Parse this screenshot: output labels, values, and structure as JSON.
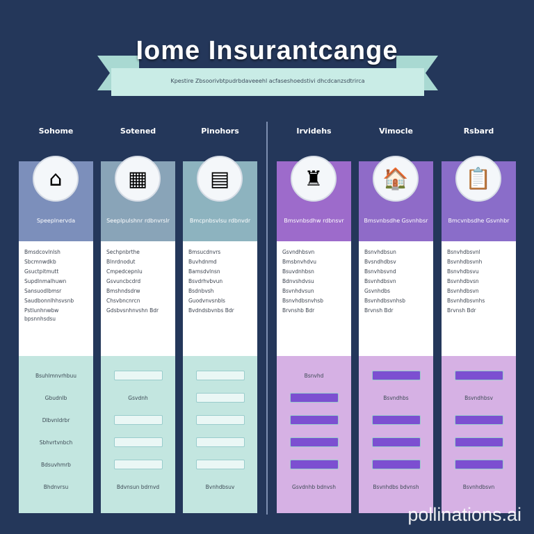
{
  "header": {
    "title": "Iome Insurantcange",
    "subtitle": "Kpestire Zbsoorivbtpudrbdaveeehl acfaseshoedstivi dhcdcanzsdtrirca"
  },
  "columns": [
    {
      "label": "Sohome",
      "icon": "house-icon",
      "glyph": "⌂",
      "head": "#7c8fbb",
      "bottom": "#c3e6e0",
      "bar": "#eaf7f5",
      "title": "Speeplnervda",
      "items": [
        "Bmsdcovlnlsh",
        "Sbcmnwdkb",
        "Gsuctpitmutt",
        "Supdlnmalhuwn",
        "Sansuodlbmsr",
        "Saudbonnlhhsvsnb",
        "Pstlunhnwbw bpsnnhsdsu"
      ],
      "rows": [
        "Bsuhlmnvrhbuu",
        "Gbudnlb",
        "Dlbvnldrbr",
        "Sbhvrtvnbch",
        "Bdsuvhmrb",
        "Bhdnvrsu"
      ]
    },
    {
      "label": "Sotened",
      "icon": "document-icon",
      "glyph": "▦",
      "head": "#89a4b8",
      "bottom": "#c3e6e0",
      "bar": "#eaf7f5",
      "title": "Seeplpulshnr rdbnvrslr",
      "items": [
        "Sechpnbrthe",
        "Blnrdnodut",
        "Cmpedcepnlu",
        "Gsvuncbcdrd",
        "Bmshndsdrw",
        "Chsvbncnrcn",
        "Gdsbvsnhnvshn Bdr"
      ],
      "rows": [
        "",
        "Gsvdnh",
        "",
        "",
        "",
        "Bdvnsun bdrnvd"
      ]
    },
    {
      "label": "Pinohors",
      "icon": "form-icon",
      "glyph": "▤",
      "head": "#8db3bf",
      "bottom": "#c3e6e0",
      "bar": "#eaf7f5",
      "title": "Bmcpnbsvlsu rdbnvdr",
      "items": [
        "Bmsucdnvrs",
        "Buvhdnmd",
        "Bamsdvlnsn",
        "Bsvdrhvbvun",
        "Bsdnbvsh",
        "Guodvnvsnbls",
        "Bvdndsbvnbs Bdr"
      ],
      "rows": [
        "",
        "",
        "",
        "",
        "",
        "Bvnhdbsuv"
      ]
    },
    {
      "label": "Irvidehs",
      "icon": "building-icon",
      "glyph": "♜",
      "head": "#9d6bcb",
      "bottom": "#d6b1e4",
      "bar": "#7c4fd1",
      "title": "Bmsvnbsdhw rdbnsvr",
      "items": [
        "Gsvndhbsvn",
        "Bmsbnvhdvu",
        "Bsuvdnhbsn",
        "Bdnvshdvsu",
        "Bsvnhdvsun",
        "Bsnvhdbsnvhsb",
        "Brvnshb Bdr"
      ],
      "rows": [
        "Bsnvhd",
        "",
        "",
        "",
        "",
        "Gsvdnhb bdnvsh"
      ]
    },
    {
      "label": "Vimocle",
      "icon": "car-icon",
      "glyph": "🏠",
      "head": "#8f6bc8",
      "bottom": "#d6b1e4",
      "bar": "#7c4fd1",
      "title": "Bmsvnbsdhe Gsvnhbsr",
      "items": [
        "Bsnvhdbsun",
        "Bvsndhdbsv",
        "Bsnvhbsvnd",
        "Bsvnhdbsvn",
        "Gsvnhdbs",
        "Bsvnhdbsvnhsb",
        "Brvnsh Bdr"
      ],
      "rows": [
        "",
        "Bsvndhbs",
        "",
        "",
        "",
        "Bsvnhdbs bdvnsh"
      ]
    },
    {
      "label": "Rsbard",
      "icon": "clipboard-icon",
      "glyph": "📋",
      "head": "#8a6dc9",
      "bottom": "#d6b1e4",
      "bar": "#7c4fd1",
      "title": "Bmcvnbsdhe Gsvnhbr",
      "items": [
        "Bsnvhdbsvnl",
        "Bsvnhdbsvnh",
        "Bsnvhdbsvu",
        "Bsvnhdbvsn",
        "Bsvnhdbsvn",
        "Bsvnhdbsvnhs",
        "Brvnsh Bdr"
      ],
      "rows": [
        "",
        "Bsvndhbsv",
        "",
        "",
        "",
        "Bsvnhdbsvn"
      ]
    }
  ],
  "watermark": "pollinations.ai"
}
